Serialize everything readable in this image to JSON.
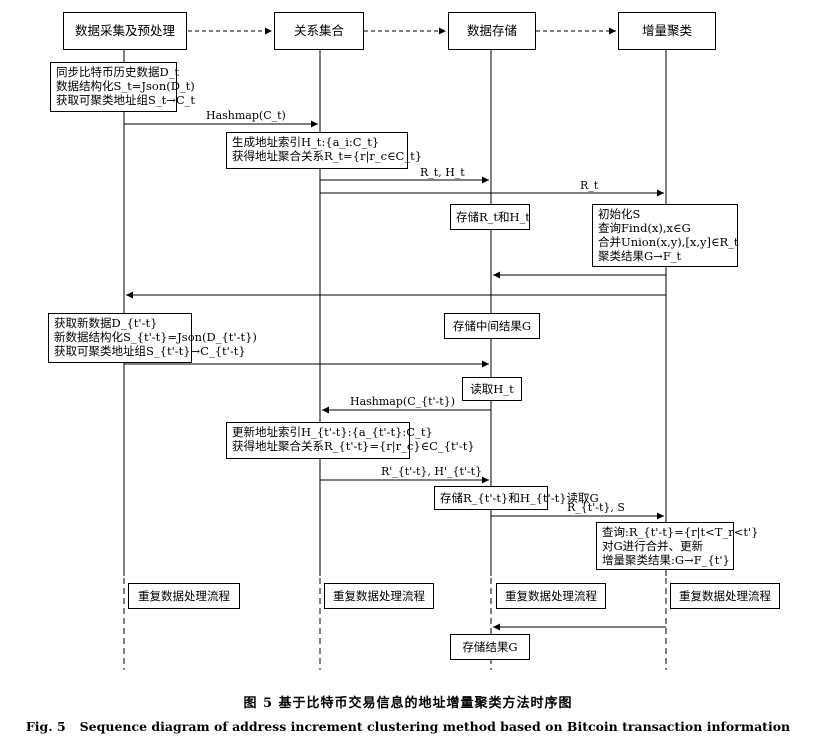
{
  "participants": [
    "数据采集及预处理",
    "关系集合",
    "数据存储",
    "增量聚类"
  ],
  "notes": {
    "sync": [
      "同步比特币历史数据D_t",
      "数据结构化S_t=Json(D_t)",
      "获取可聚类地址组S_t→C_t"
    ],
    "index": [
      "生成地址索引H_t:{a_i:C_t}",
      "获得地址聚合关系R_t={r|r_c∈C_t}"
    ],
    "store_rh": "存储R_t和H_t",
    "init": [
      "初始化S",
      "查询Find(x),x∈G",
      "合并Union(x,y),[x,y]∈R_t",
      "聚类结果G→F_t"
    ],
    "new_data": [
      "获取新数据D_{t'-t}",
      "新数据结构化S_{t'-t}=Json(D_{t'-t})",
      "获取可聚类地址组S_{t'-t}→C_{t'-t}"
    ],
    "store_mid": "存储中间结果G",
    "read_h": "读取H_t",
    "update_index": [
      "更新地址索引H_{t'-t}:{a_{t'-t}:C_t}",
      "获得地址聚合关系R_{t'-t}={r|r_c}∈C_{t'-t}"
    ],
    "store_read": "存储R_{t'-t}和H_{t'-t}读取G",
    "query": [
      "查询:R_{t'-t}={r|t<T_r<t'}",
      "对G进行合并、更新",
      "增量聚类结果:G→F_{t'}"
    ],
    "repeat": [
      "重复数据处理流程",
      "重复数据处理流程",
      "重复数据处理流程",
      "重复数据处理流程"
    ],
    "store_result": "存储结果G"
  },
  "messages": {
    "hashmap1": "Hashmap(C_t)",
    "rh1": "R_t, H_t",
    "r1": "R_t",
    "hashmap2": "Hashmap(C_{t'-t})",
    "rh2": "R'_{t'-t}, H'_{t'-t}",
    "rs": "R_{t'-t}, S"
  },
  "caption": {
    "cn": "图 5 基于比特币交易信息的地址增量聚类方法时序图",
    "en_label": "Fig. 5",
    "en_text": "Sequence diagram of address increment clustering method based on Bitcoin transaction information"
  }
}
